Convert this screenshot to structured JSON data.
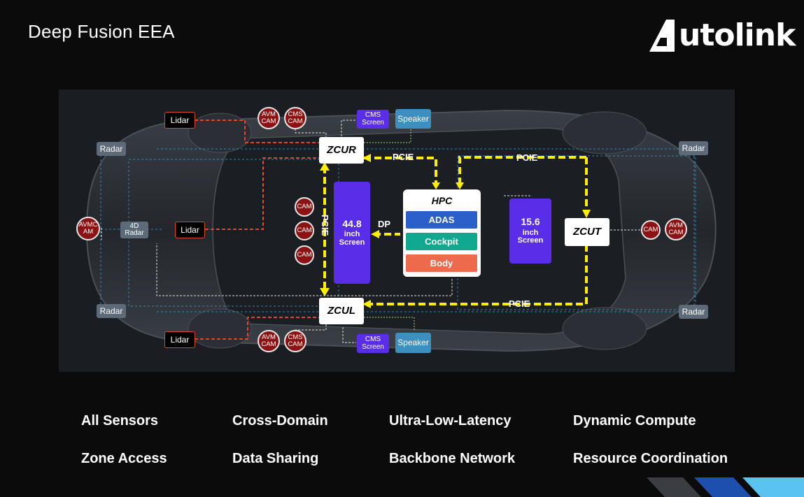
{
  "header": {
    "title": "Deep Fusion EEA",
    "logo_text": "utolink"
  },
  "zones": {
    "zcur": "ZCUR",
    "zcul": "ZCUL",
    "zcut": "ZCUT"
  },
  "hpc": {
    "title": "HPC",
    "modules": [
      "ADAS",
      "Cockpit",
      "Body"
    ]
  },
  "screens": {
    "left": {
      "size": "44.8",
      "unit": "inch",
      "label": "Screen"
    },
    "right": {
      "size": "15.6",
      "unit": "inch",
      "label": "Screen"
    }
  },
  "links": {
    "pcie": "PCIE",
    "dp": "DP"
  },
  "sensors": {
    "lidar": "Lidar",
    "radar": "Radar",
    "radar_4d": [
      "4D",
      "Radar"
    ],
    "avm_cam": [
      "AVM",
      "CAM"
    ],
    "cms_cam": [
      "CMS",
      "CAM"
    ],
    "avmc_am": [
      "AVMC",
      "AM"
    ],
    "cam": "CAM",
    "cms_screen": [
      "CMS",
      "Screen"
    ],
    "speaker": "Speaker"
  },
  "features": [
    {
      "line1": "All Sensors",
      "line2": "Zone Access"
    },
    {
      "line1": "Cross-Domain",
      "line2": "Data Sharing"
    },
    {
      "line1": "Ultra-Low-Latency",
      "line2": "Backbone Network"
    },
    {
      "line1": "Dynamic Compute",
      "line2": "Resource Coordination"
    }
  ],
  "colors": {
    "background": "#0b0b0b",
    "pcie_link": "#ffee00",
    "lidar_link": "#e0462c",
    "cam": "#8b1313",
    "screen": "#5a2ee8",
    "adas": "#2c5fc9",
    "cockpit": "#10a88f",
    "body": "#ee6a4c",
    "radar": "#5d6b78",
    "speaker": "#3c8fbf"
  }
}
